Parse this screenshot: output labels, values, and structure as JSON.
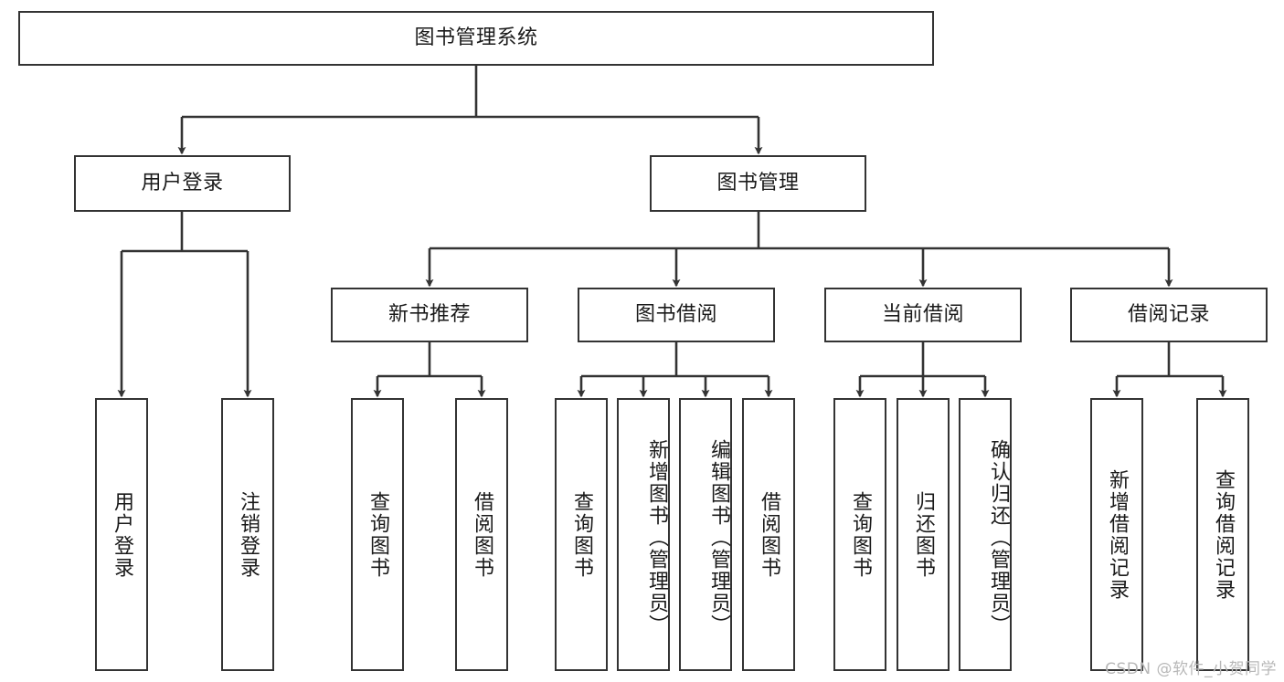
{
  "diagram": {
    "type": "tree-hierarchy-chart",
    "title": "图书管理系统",
    "watermark": "CSDN @软件_小贺同学",
    "colors": {
      "box_border": "#333333",
      "box_fill": "#ffffff",
      "connector": "#333333",
      "text": "#1a1a1a",
      "watermark": "#b8b8b8"
    },
    "nodes": {
      "root": {
        "label": "图书管理系统"
      },
      "level2": [
        {
          "id": "user-login",
          "label": "用户登录"
        },
        {
          "id": "book-management",
          "label": "图书管理"
        }
      ],
      "level3": [
        {
          "id": "new-book-recommend",
          "label": "新书推荐"
        },
        {
          "id": "book-borrow",
          "label": "图书借阅"
        },
        {
          "id": "current-borrow",
          "label": "当前借阅"
        },
        {
          "id": "borrow-record",
          "label": "借阅记录"
        }
      ],
      "leaves": {
        "user_login": [
          {
            "id": "leaf-user-login",
            "label": "用户登录"
          },
          {
            "id": "leaf-logout-login",
            "label": "注销登录"
          }
        ],
        "new_book_recommend": [
          {
            "id": "leaf-query-book-1",
            "label": "查询图书"
          },
          {
            "id": "leaf-borrow-book-1",
            "label": "借阅图书"
          }
        ],
        "book_borrow": [
          {
            "id": "leaf-query-book-2",
            "label": "查询图书"
          },
          {
            "id": "leaf-add-book-admin",
            "label": "新增图书（管理员）"
          },
          {
            "id": "leaf-edit-book-admin",
            "label": "编辑图书（管理员）"
          },
          {
            "id": "leaf-borrow-book-2",
            "label": "借阅图书"
          }
        ],
        "current_borrow": [
          {
            "id": "leaf-query-book-3",
            "label": "查询图书"
          },
          {
            "id": "leaf-return-book",
            "label": "归还图书"
          },
          {
            "id": "leaf-confirm-return-admin",
            "label": "确认归还（管理员）"
          }
        ],
        "borrow_record": [
          {
            "id": "leaf-add-borrow-record",
            "label": "新增借阅记录"
          },
          {
            "id": "leaf-query-borrow-record",
            "label": "查询借阅记录"
          }
        ]
      }
    }
  }
}
